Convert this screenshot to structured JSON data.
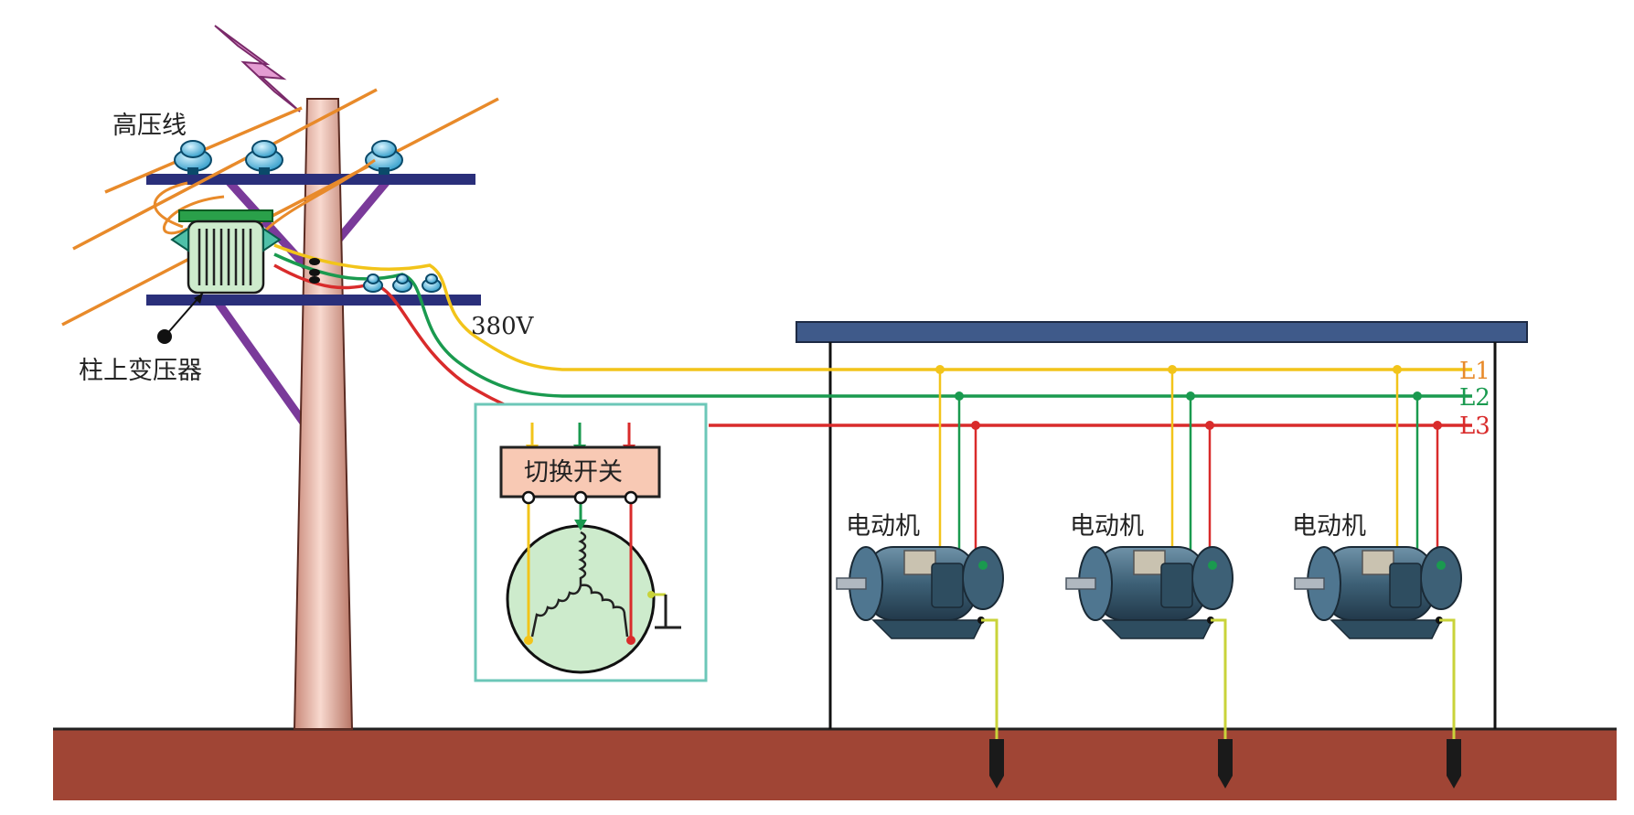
{
  "labels": {
    "high_voltage_line": "高压线",
    "pole_transformer": "柱上变压器",
    "voltage": "380V",
    "switch": "切换开关",
    "motor_1": "电动机",
    "motor_2": "电动机",
    "motor_3": "电动机",
    "phase_l1": "L1",
    "phase_l2": "L2",
    "phase_l3": "L3"
  },
  "colors": {
    "phase_l1": "#f2c41a",
    "phase_l2": "#1a9a4f",
    "phase_l3": "#d92b2b",
    "high_voltage_wire": "#e88a2a",
    "ground": "#a04535",
    "pole": "#e2a99a",
    "crossarm": "#2a2f7a",
    "brace": "#7a3a9a",
    "roof": "#3f5a8a",
    "switch_box_border": "#6cc7b8",
    "switch_fill": "#f8c9b4",
    "winding_fill": "#cdebcc",
    "motor_body": "#3d6076",
    "earth_wire": "#c9d33a",
    "lightning": "#e49cd2"
  },
  "icons": [
    "lightning-icon",
    "insulator-icon",
    "transformer-icon",
    "motor-icon",
    "ground-rod-icon"
  ]
}
